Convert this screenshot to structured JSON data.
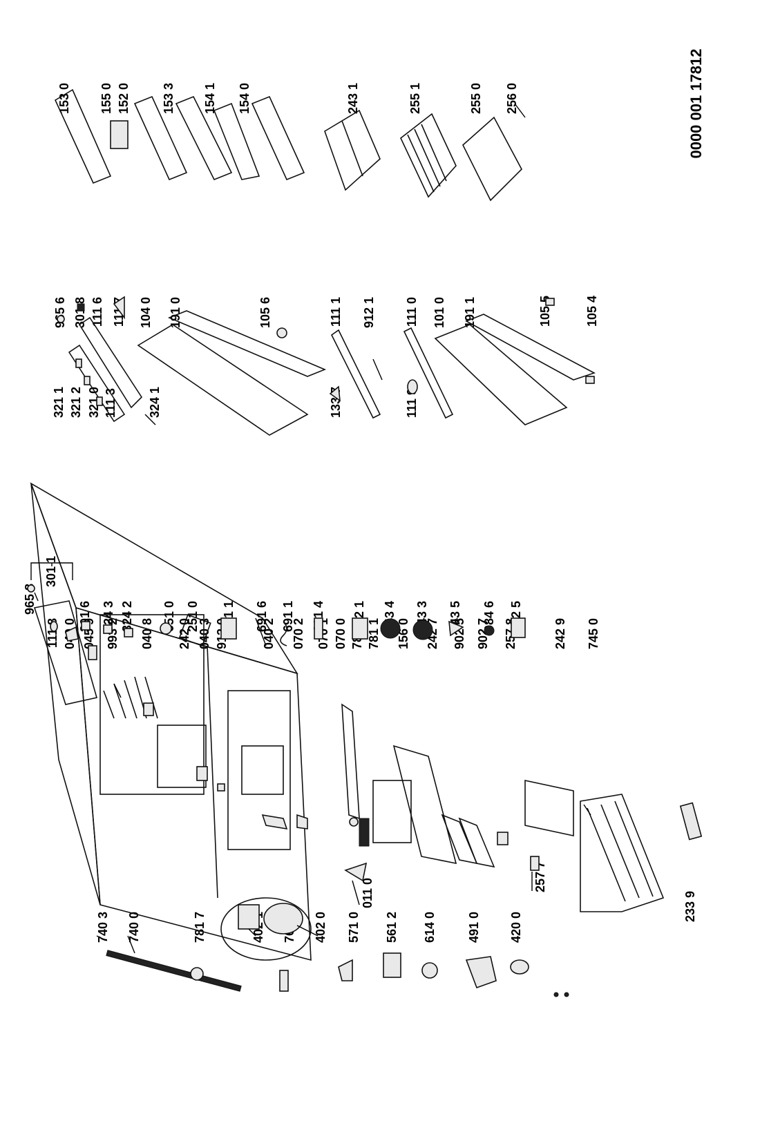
{
  "diagram": {
    "document_code": "0000 001 17812",
    "groups": {
      "cabinet": [
        {
          "id": "p9658",
          "label": "965 8"
        },
        {
          "id": "p1118",
          "label": "111 8"
        },
        {
          "id": "p0400",
          "label": "040 0"
        },
        {
          "id": "p0459",
          "label": "045 9"
        },
        {
          "id": "p9932",
          "label": "993 2"
        },
        {
          "id": "p0408",
          "label": "040 8"
        },
        {
          "id": "p2420",
          "label": "242 0"
        },
        {
          "id": "p0403",
          "label": "040 3"
        },
        {
          "id": "p9120",
          "label": "912 0"
        },
        {
          "id": "p0402",
          "label": "040 2"
        },
        {
          "id": "p0702",
          "label": "070 2"
        },
        {
          "id": "p0701",
          "label": "070 1"
        },
        {
          "id": "p0700",
          "label": "070 0"
        },
        {
          "id": "p7810",
          "label": "781 0"
        },
        {
          "id": "p7811",
          "label": "781 1"
        },
        {
          "id": "p1560",
          "label": "156 0"
        },
        {
          "id": "p2427",
          "label": "242 7"
        },
        {
          "id": "p9025",
          "label": "902 5"
        },
        {
          "id": "p9027",
          "label": "902 7"
        },
        {
          "id": "p2578",
          "label": "257 8"
        },
        {
          "id": "p2429",
          "label": "242 9"
        },
        {
          "id": "p7450",
          "label": "745 0"
        },
        {
          "id": "p2339",
          "label": "233 9"
        },
        {
          "id": "p0110",
          "label": "011 0"
        },
        {
          "id": "p2577",
          "label": "257 7"
        }
      ],
      "bottom_left": [
        {
          "id": "p7403",
          "label": "740 3"
        },
        {
          "id": "p7400",
          "label": "740 0"
        },
        {
          "id": "p7817",
          "label": "781 7"
        },
        {
          "id": "p4021",
          "label": "402 1"
        },
        {
          "id": "p7640",
          "label": "764 0"
        },
        {
          "id": "p4020",
          "label": "402 0"
        },
        {
          "id": "p5710",
          "label": "571 0"
        },
        {
          "id": "p5612",
          "label": "561 2"
        },
        {
          "id": "p6140",
          "label": "614 0"
        },
        {
          "id": "p4910",
          "label": "491 0"
        },
        {
          "id": "p4200",
          "label": "420 0"
        }
      ],
      "middle_column": [
        {
          "id": "p3011",
          "label": "301 1"
        },
        {
          "id": "p3016",
          "label": "301 6"
        },
        {
          "id": "p3243",
          "label": "324 3"
        },
        {
          "id": "p3242",
          "label": "324 2"
        },
        {
          "id": "p6510",
          "label": "651 0"
        },
        {
          "id": "p2510",
          "label": "251 0"
        },
        {
          "id": "p2511",
          "label": "251 1"
        },
        {
          "id": "p6916",
          "label": "691 6"
        },
        {
          "id": "p6911",
          "label": "691 1"
        },
        {
          "id": "p6914",
          "label": "691 4"
        },
        {
          "id": "p4421",
          "label": "442 1"
        },
        {
          "id": "p4434",
          "label": "443 4"
        },
        {
          "id": "p4433",
          "label": "443 3"
        },
        {
          "id": "p4435",
          "label": "443 5"
        },
        {
          "id": "p0846",
          "label": "084 6"
        },
        {
          "id": "p4425",
          "label": "442 5"
        }
      ],
      "doors": [
        {
          "id": "p9656",
          "label": "965 6"
        },
        {
          "id": "p3018",
          "label": "301 8"
        },
        {
          "id": "p1116",
          "label": "111 6"
        },
        {
          "id": "p1117",
          "label": "111 7"
        },
        {
          "id": "p1040",
          "label": "104 0"
        },
        {
          "id": "p1910",
          "label": "191 0"
        },
        {
          "id": "p1056",
          "label": "105 6"
        },
        {
          "id": "p1111",
          "label": "111 1"
        },
        {
          "id": "p9121",
          "label": "912 1"
        },
        {
          "id": "p1110",
          "label": "111 0"
        },
        {
          "id": "p1010",
          "label": "101 0"
        },
        {
          "id": "p1911",
          "label": "191 1"
        },
        {
          "id": "p1055",
          "label": "105 5"
        },
        {
          "id": "p1054",
          "label": "105 4"
        }
      ],
      "door_left_labels": [
        {
          "id": "p3211",
          "label": "321 1"
        },
        {
          "id": "p3212",
          "label": "321 2"
        },
        {
          "id": "p3210",
          "label": "321 0"
        },
        {
          "id": "p1113",
          "label": "111 3"
        },
        {
          "id": "p3241",
          "label": "324 1"
        },
        {
          "id": "p1337",
          "label": "133 7"
        },
        {
          "id": "p1119",
          "label": "111 9"
        }
      ],
      "shelves_bins": [
        {
          "id": "p1530",
          "label": "153 0"
        },
        {
          "id": "p1550",
          "label": "155 0"
        },
        {
          "id": "p1520",
          "label": "152 0"
        },
        {
          "id": "p1533",
          "label": "153 3"
        },
        {
          "id": "p1541",
          "label": "154 1"
        },
        {
          "id": "p1540",
          "label": "154 0"
        },
        {
          "id": "p2431",
          "label": "243 1"
        },
        {
          "id": "p2551",
          "label": "255 1"
        },
        {
          "id": "p2550",
          "label": "255 0"
        },
        {
          "id": "p2560",
          "label": "256 0"
        }
      ]
    }
  }
}
